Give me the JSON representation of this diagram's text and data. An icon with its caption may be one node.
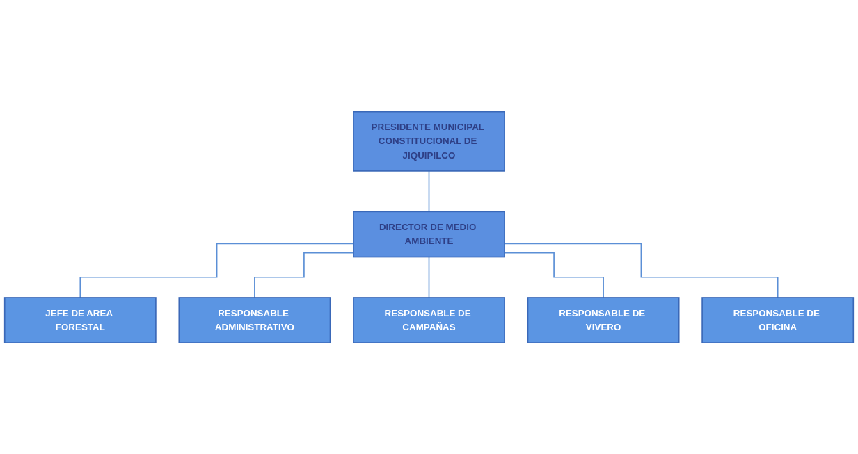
{
  "diagram": {
    "nodes": [
      {
        "text": [
          "PRESIDENTE MUNICIPAL CONSTITUCIONAL DE JIQUIPILCO"
        ]
      },
      {
        "text": [
          "DIRECTOR DE MEDIO AMBIENTE"
        ]
      },
      {
        "text": [
          "JEFE DE AREA FORESTAL"
        ]
      },
      {
        "text": [
          "RESPONSABLE ADMINISTRATIVO"
        ]
      },
      {
        "text": [
          "RESPONSABLE DE CAMPAÑAS"
        ]
      },
      {
        "text": [
          "RESPONSABLE DE VIVERO"
        ]
      },
      {
        "text": [
          "RESPONSABLE DE OFICINA"
        ]
      }
    ],
    "edges": [
      {
        "from": 0,
        "to": 1,
        "arrow": "none"
      },
      {
        "from": 1,
        "to": 2,
        "arrow": "none"
      },
      {
        "from": 1,
        "to": 3,
        "arrow": "none"
      },
      {
        "from": 1,
        "to": 4,
        "arrow": "none"
      },
      {
        "from": 1,
        "to": 5,
        "arrow": "none"
      },
      {
        "from": 1,
        "to": 6,
        "arrow": "none"
      }
    ]
  }
}
